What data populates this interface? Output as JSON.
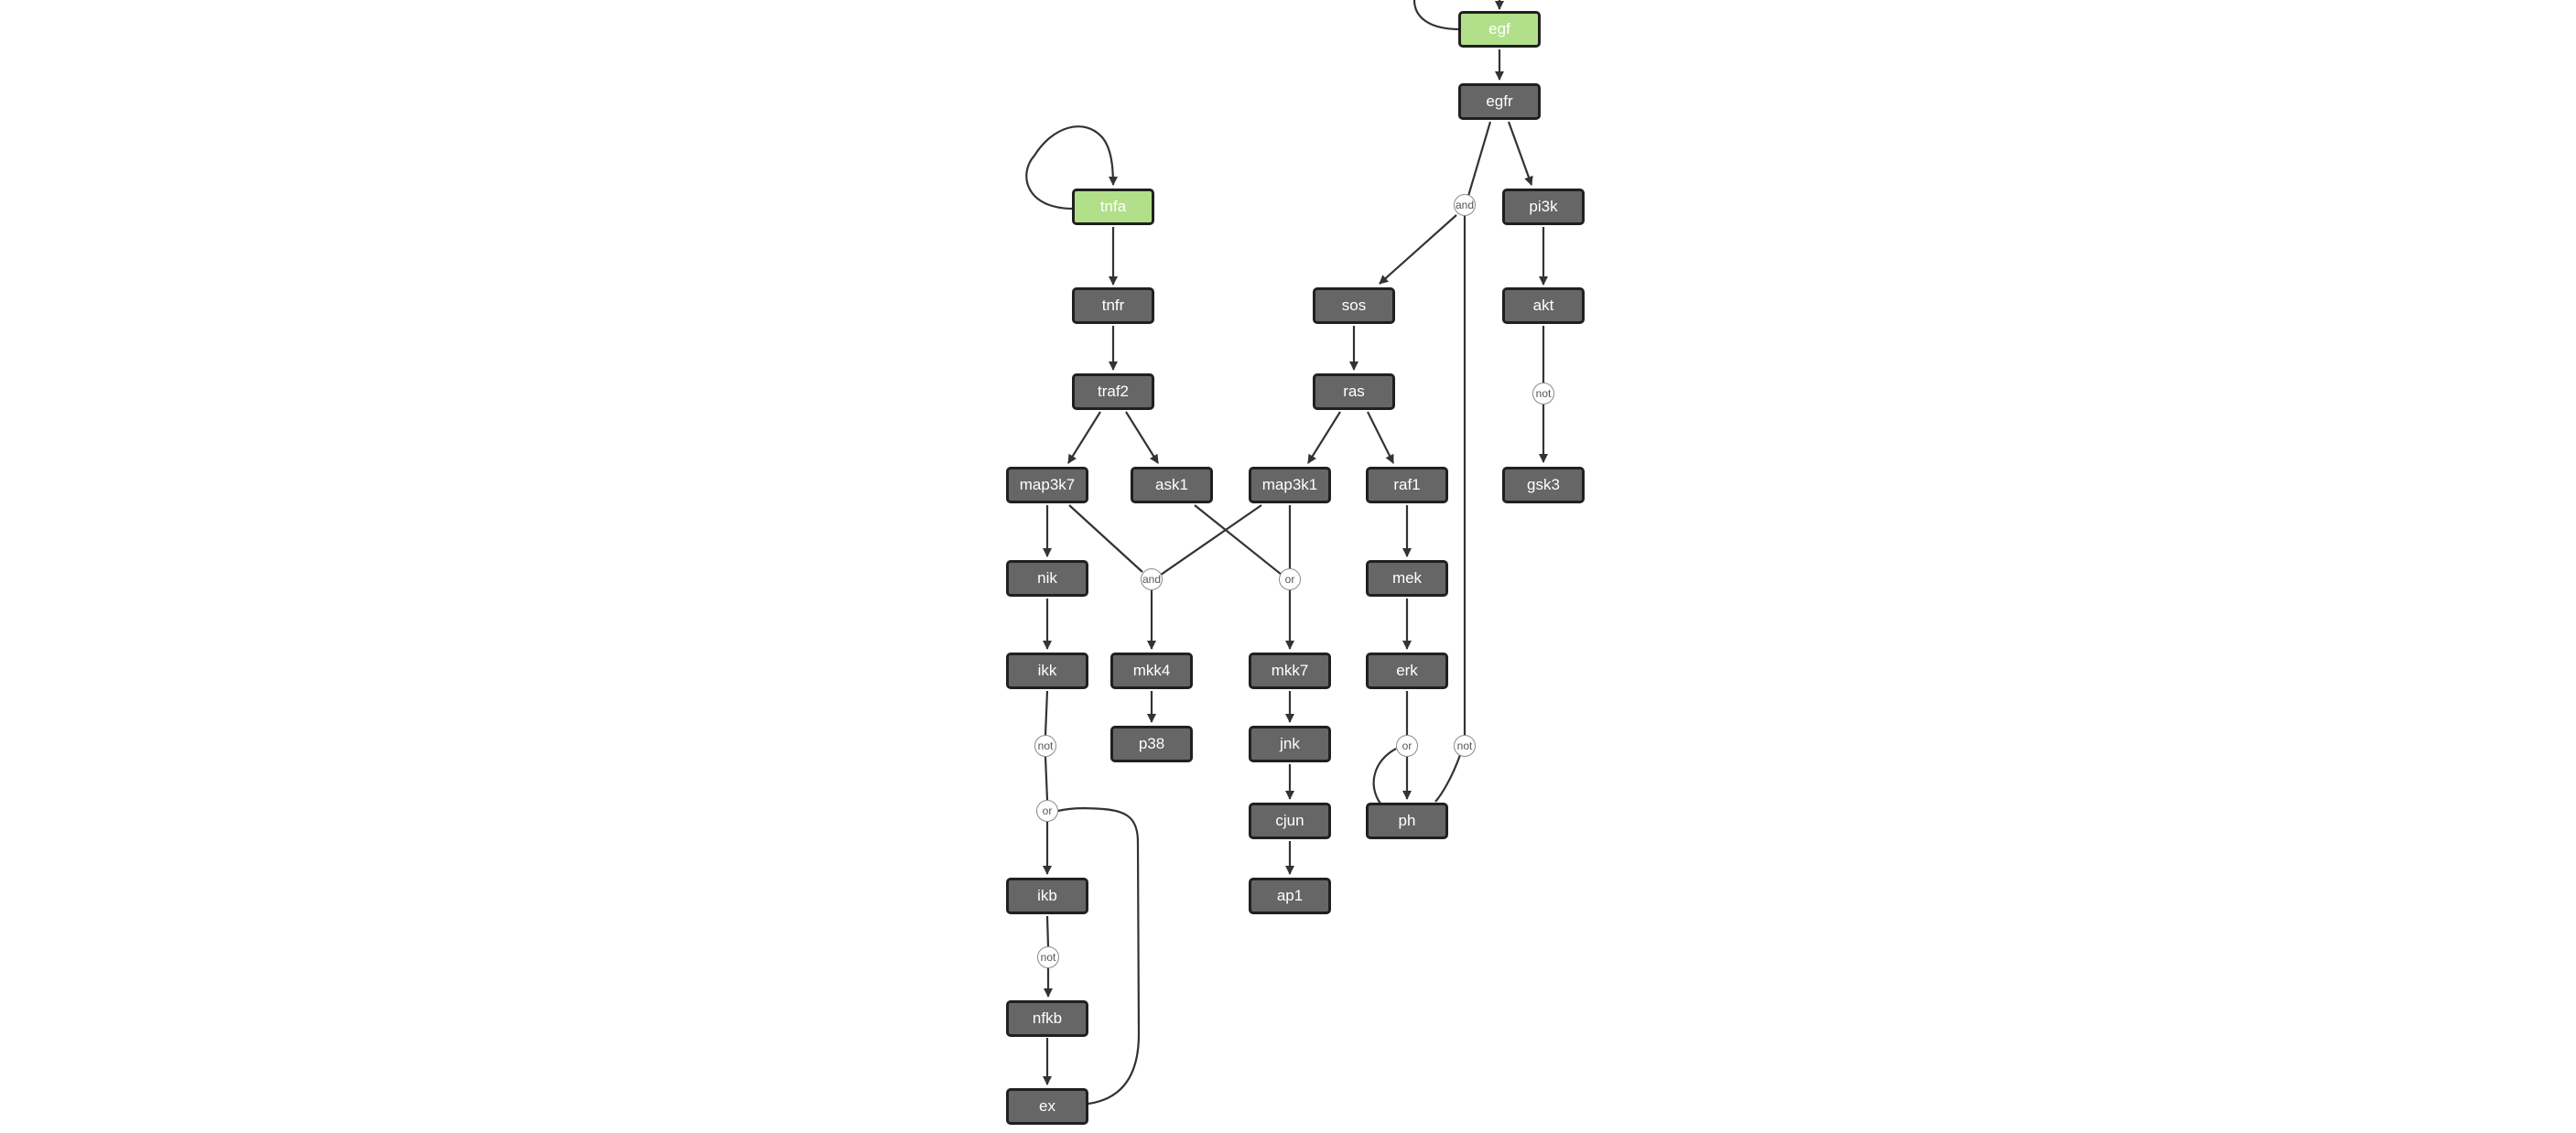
{
  "diagram": {
    "colors": {
      "node_fill": "#666666",
      "input_fill": "#b2df8a",
      "node_border": "#202020",
      "node_text": "#ffffff",
      "edge": "#333333",
      "gate_border": "#8a8a8a",
      "gate_fill": "#ffffff",
      "gate_text": "#555555"
    },
    "nodes": {
      "egf": "egf",
      "egfr": "egfr",
      "tnfa": "tnfa",
      "pi3k": "pi3k",
      "tnfr": "tnfr",
      "sos": "sos",
      "akt": "akt",
      "traf2": "traf2",
      "ras": "ras",
      "map3k7": "map3k7",
      "ask1": "ask1",
      "map3k1": "map3k1",
      "raf1": "raf1",
      "gsk3": "gsk3",
      "nik": "nik",
      "mek": "mek",
      "ikk": "ikk",
      "mkk4": "mkk4",
      "mkk7": "mkk7",
      "erk": "erk",
      "p38": "p38",
      "jnk": "jnk",
      "cjun": "cjun",
      "ph": "ph",
      "ikb": "ikb",
      "ap1": "ap1",
      "nfkb": "nfkb",
      "ex": "ex"
    },
    "input_nodes": [
      "egf",
      "tnfa"
    ],
    "gates": {
      "and_egfr": "and",
      "not_akt": "not",
      "and_map3k7_map3k1": "and",
      "or_ask1_map3k1": "or",
      "not_ikk": "not",
      "or_erk": "or",
      "not_egfr_ph": "not",
      "or_ikb": "or",
      "not_ikb": "not"
    }
  }
}
